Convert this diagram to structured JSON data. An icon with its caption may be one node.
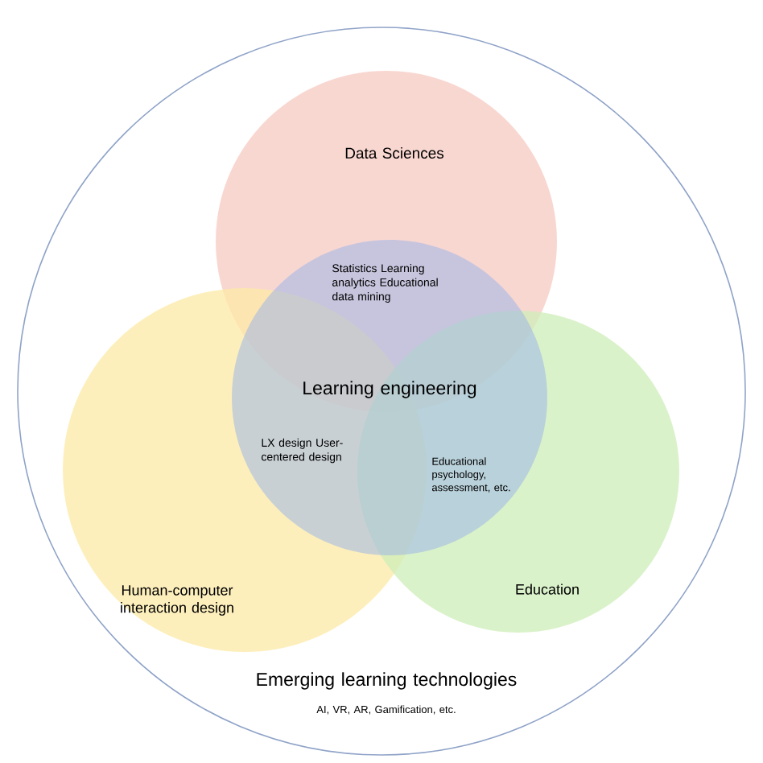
{
  "diagram": {
    "nodes": [
      {
        "text": [
          "Emerging learning technologies",
          "AI, VR, AR, Gamification, etc."
        ]
      },
      {
        "text": [
          "Data Sciences"
        ],
        "in": 0
      },
      {
        "text": [
          "Human-computer interaction design"
        ],
        "in": 0
      },
      {
        "text": [
          "Education"
        ],
        "in": 0
      },
      {
        "text": [
          "Learning engineering"
        ],
        "in": 0
      }
    ],
    "edges": [],
    "labels": [
      "Statistics Learning analytics Educational data mining",
      "LX design User-centered design",
      "Educational psychology, assessment, etc."
    ]
  }
}
